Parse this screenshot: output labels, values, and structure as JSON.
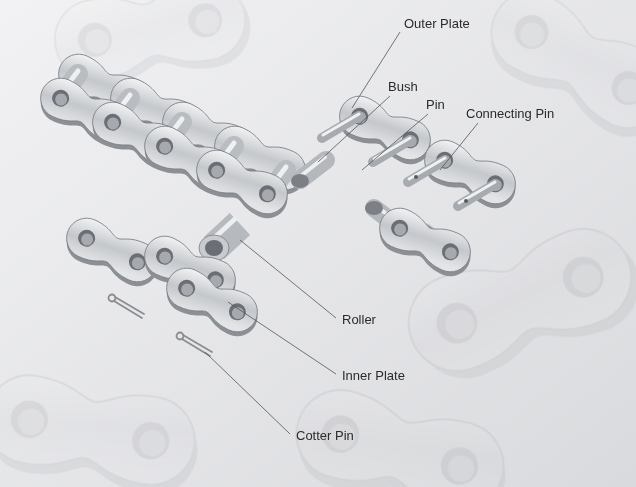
{
  "diagram": {
    "labels": [
      "Outer Plate",
      "Bush",
      "Pin",
      "Connecting Pin",
      "Roller",
      "Inner Plate",
      "Cotter Pin"
    ]
  }
}
